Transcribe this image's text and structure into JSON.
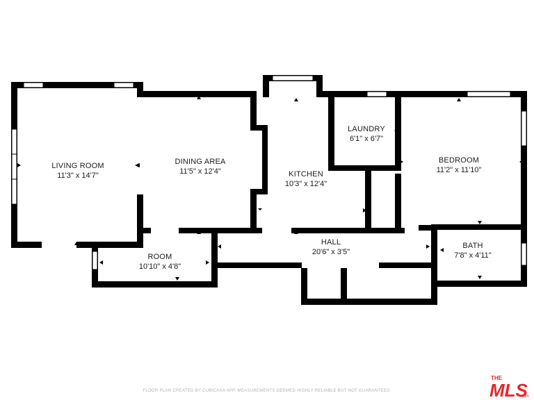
{
  "rooms": {
    "living_room": {
      "name": "LIVING ROOM",
      "dims": "11'3\" x 14'7\""
    },
    "dining_area": {
      "name": "DINING AREA",
      "dims": "11'5\" x 12'4\""
    },
    "kitchen": {
      "name": "KITCHEN",
      "dims": "10'3\" x 12'4\""
    },
    "laundry": {
      "name": "LAUNDRY",
      "dims": "6'1\" x 6'7\""
    },
    "bedroom": {
      "name": "BEDROOM",
      "dims": "11'2\" x 11'10\""
    },
    "room": {
      "name": "ROOM",
      "dims": "10'10\" x 4'8\""
    },
    "hall": {
      "name": "HALL",
      "dims": "20'6\" x 3'5\""
    },
    "bath": {
      "name": "BATH",
      "dims": "7'8\" x 4'11\""
    }
  },
  "footer": "FLOOR PLAN CREATED BY CUBICASA APP. MEASUREMENTS DEEMED HIGHLY RELIABLE BUT NOT GUARANTEED.",
  "logo": {
    "top": "THE",
    "main": "MLS",
    "suffix": ".com"
  },
  "colors": {
    "wall": "#000000",
    "window": "#ffffff",
    "logo": "#e8242b"
  }
}
